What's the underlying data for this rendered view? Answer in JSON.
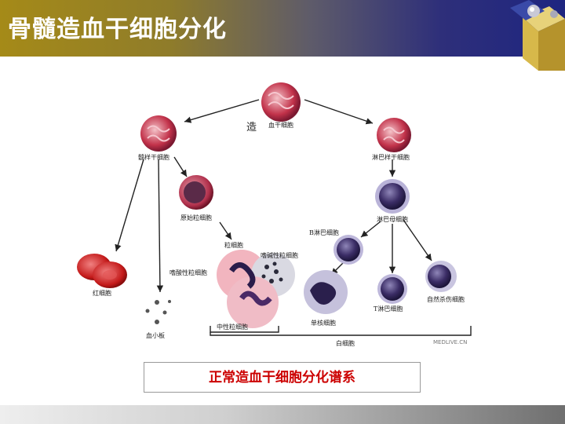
{
  "slide": {
    "title": "骨髓造血干细胞分化",
    "caption": "正常造血干细胞分化谱系"
  },
  "diagram": {
    "labels": {
      "hsc_prefix": "造",
      "hsc": "血干细胞",
      "myeloid_stem": "髓样干细胞",
      "lymphoid_stem": "淋巴样干细胞",
      "myeloblast": "原始粒细胞",
      "granulocyte": "粒细胞",
      "basophil": "嗜碱性粒细胞",
      "eosinophil": "嗜酸性粒细胞",
      "neutrophil": "中性粒细胞",
      "rbc": "红细胞",
      "platelet": "血小板",
      "lymphoblast": "淋巴母细胞",
      "b_cell": "B淋巴细胞",
      "t_cell": "T淋巴细胞",
      "nk_cell": "自然杀伤细胞",
      "monocyte": "单核细胞",
      "wbc": "白细胞",
      "watermark": "MEDLIVE.CN"
    }
  },
  "colors": {
    "caption": "#cc0000",
    "title_bar_left": "#a58a18",
    "title_bar_right": "#1e2580"
  }
}
